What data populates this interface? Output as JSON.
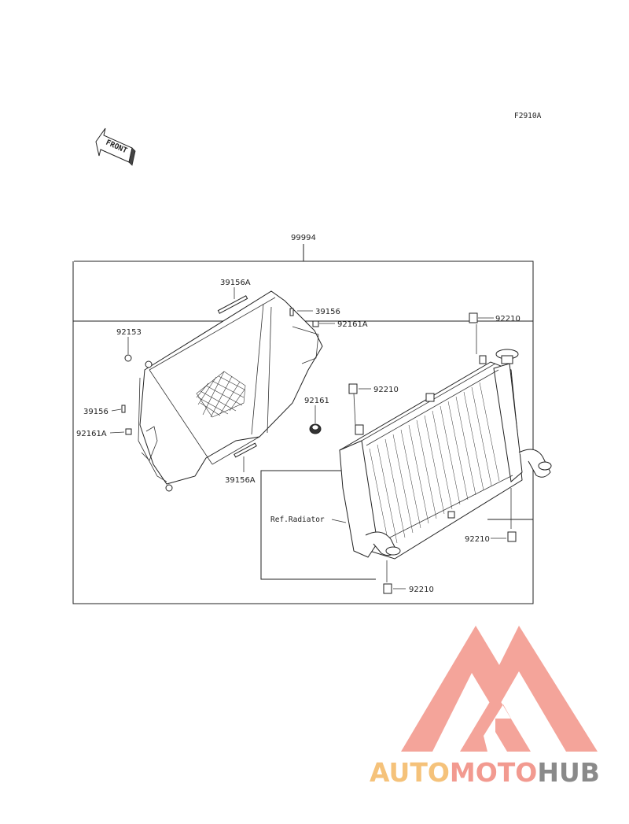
{
  "figure_code": "F2910A",
  "front_label": "FRONT",
  "assembly_number": "99994",
  "ref_label": "Ref.Radiator",
  "callouts": {
    "c39156A_top": "39156A",
    "c39156_top": "39156",
    "c92161A_top": "92161A",
    "c92153": "92153",
    "c39156_left": "39156",
    "c92161A_left": "92161A",
    "c92161": "92161",
    "c39156A_bottom": "39156A",
    "c92210_top_right": "92210",
    "c92210_mid": "92210",
    "c92210_bottom_right": "92210",
    "c92210_bottom": "92210"
  },
  "watermark": {
    "part1": "AUTO",
    "part2": "MOTO",
    "part3": "HUB",
    "color_auto": "#f5c27a",
    "color_moto": "#f29a90",
    "color_hub": "#8a8a8a",
    "logo_color": "#f4a49a"
  }
}
